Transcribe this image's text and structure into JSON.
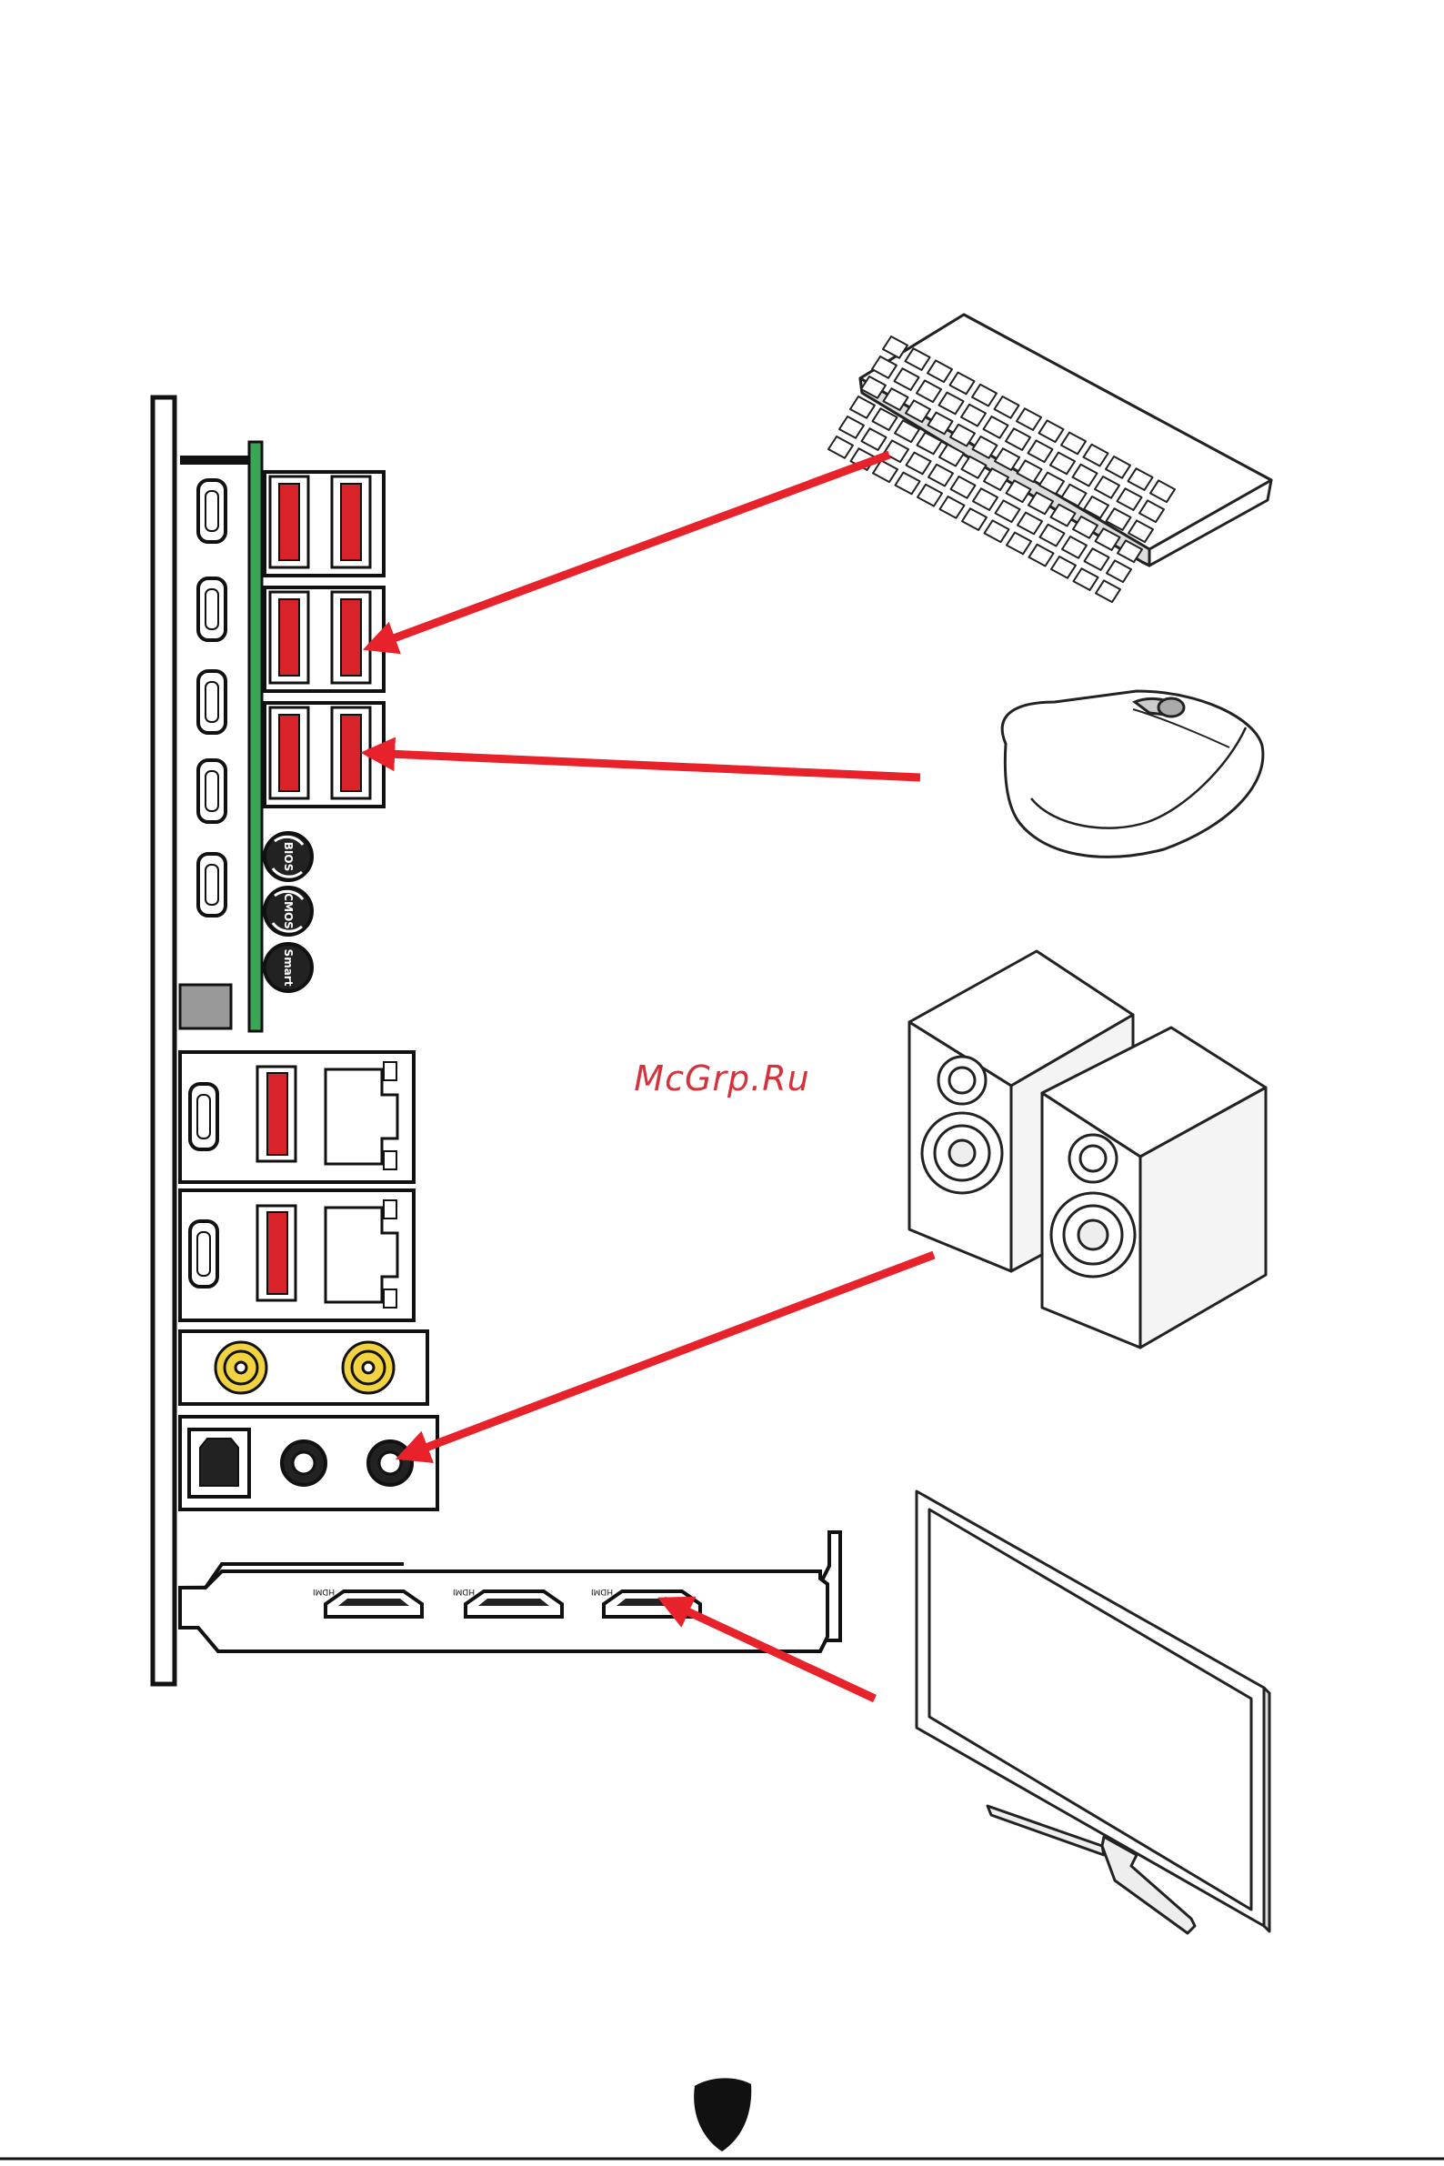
{
  "watermark": "McGrp.Ru",
  "io_panel": {
    "buttons": [
      {
        "label": "BIOS",
        "name": "flash-bios-button"
      },
      {
        "label": "CMOS",
        "name": "clear-cmos-button"
      },
      {
        "label": "Smart",
        "name": "smart-button"
      }
    ],
    "hdmi_labels": [
      "HDMI",
      "HDMI",
      "HDMI"
    ]
  },
  "devices": [
    "keyboard-icon",
    "mouse-icon",
    "speakers-icon",
    "monitor-icon"
  ],
  "colors": {
    "arrow": "#e8222b",
    "usb_insert": "#d8232a",
    "pcb_green": "#3aa555",
    "antenna_gold": "#f1d341",
    "outline": "#111111"
  }
}
